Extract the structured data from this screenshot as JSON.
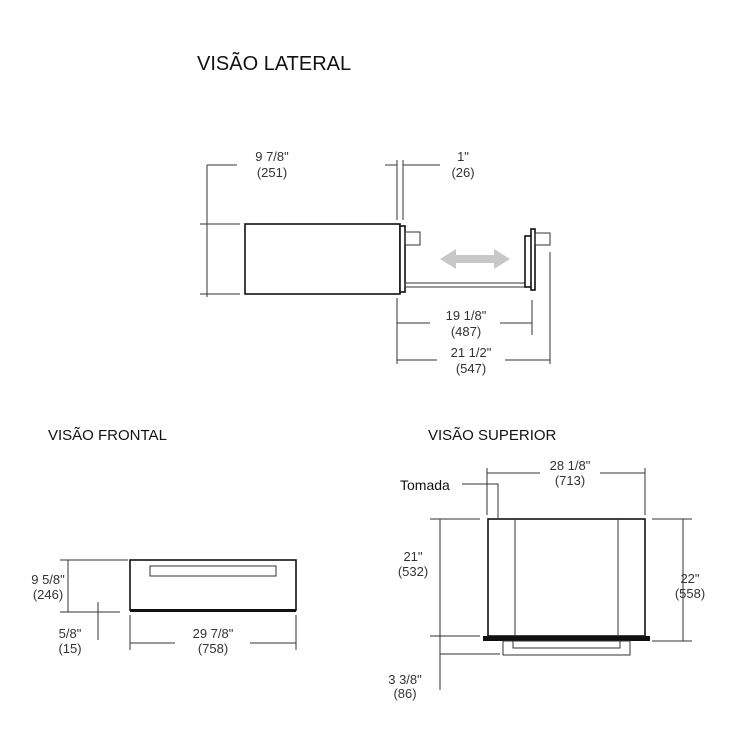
{
  "lateral": {
    "title": "VISÃO LATERAL",
    "height_in": "9 7/8\"",
    "height_mm": "(251)",
    "front_in": "1\"",
    "front_mm": "(26)",
    "travel_in": "19 1/8\"",
    "travel_mm": "(487)",
    "depth_in": "21 1/2\"",
    "depth_mm": "(547)"
  },
  "frontal": {
    "title": "VISÃO FRONTAL",
    "height_in": "9 5/8\"",
    "height_mm": "(246)",
    "base_in": "5/8\"",
    "base_mm": "(15)",
    "width_in": "29 7/8\"",
    "width_mm": "(758)"
  },
  "superior": {
    "title": "VISÃO SUPERIOR",
    "outlet_label": "Tomada",
    "width_in": "28 1/8\"",
    "width_mm": "(713)",
    "depth_in": "21\"",
    "depth_mm": "(532)",
    "overall_in": "22\"",
    "overall_mm": "(558)",
    "handle_in": "3 3/8\"",
    "handle_mm": "(86)"
  },
  "colors": {
    "line": "#333333",
    "arrow": "#c8c8c8"
  }
}
